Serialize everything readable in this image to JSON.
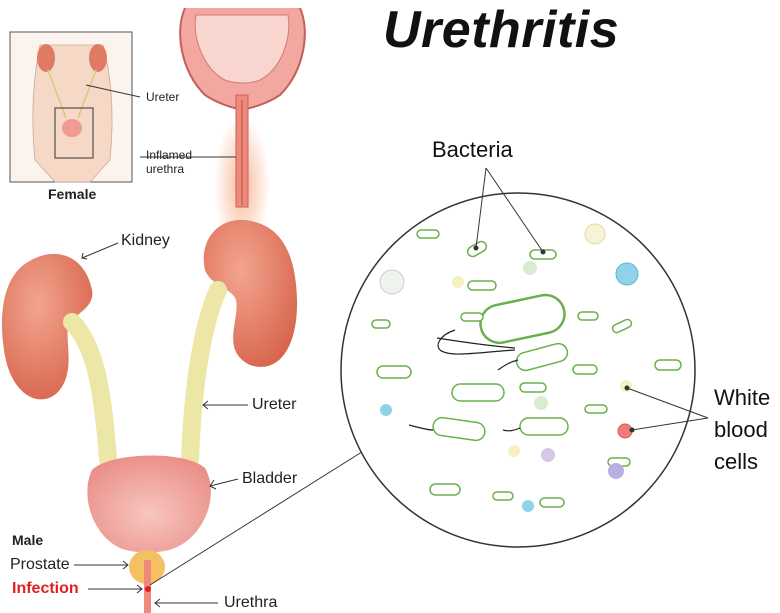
{
  "title": "Urethritis",
  "inset": {
    "caption": "Female",
    "ureter_label": "Ureter",
    "inflamed_label_line1": "Inflamed",
    "inflamed_label_line2": "urethra"
  },
  "anatomy": {
    "kidney": "Kidney",
    "ureter": "Ureter",
    "bladder": "Bladder",
    "male": "Male",
    "prostate": "Prostate",
    "infection": "Infection",
    "urethra": "Urethra"
  },
  "micro": {
    "bacteria": "Bacteria",
    "wbc_line1": "White",
    "wbc_line2": "blood",
    "wbc_line3": "cells"
  },
  "colors": {
    "kidney": "#e07b63",
    "ureter": "#ece7a6",
    "bladder": "#f2a7a0",
    "prostate": "#f4c061",
    "infection": "#e02020",
    "bacteria_outline": "#6ab04c"
  }
}
